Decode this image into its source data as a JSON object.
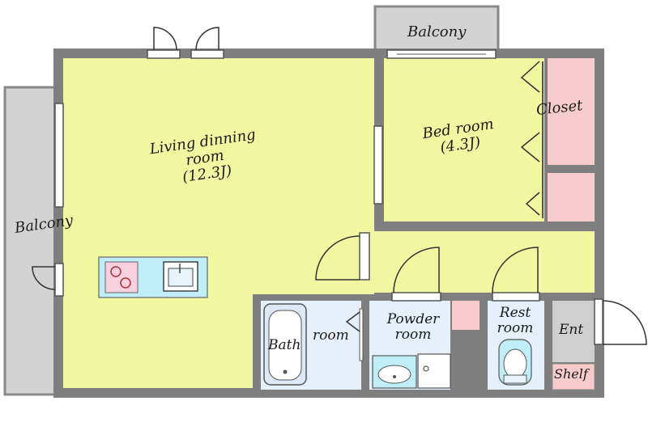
{
  "colors": {
    "wall": "#7f7f7f",
    "floor_living": "#f0f7a0",
    "floor_wet": "#e6f0fb",
    "balcony": "#d3d3d3",
    "closet": "#f8cccc",
    "entrance": "#cfcfcf",
    "line": "#3a3a3a"
  },
  "icons": {
    "kitchen": "kitchen-counter-icon",
    "bathtub": "bathtub-icon",
    "washbasin": "washbasin-icon",
    "toilet": "toilet-icon",
    "drain": "washer-drain-icon"
  },
  "labels": {
    "balcony_top": "Balcony",
    "balcony_left": "Balcony",
    "living_line1": "Living  dinning",
    "living_line2": "room",
    "living_line3": "(12.3J)",
    "bedroom_line1": "Bed room",
    "bedroom_line2": "(4.3J)",
    "closet": "Closet",
    "bath_line1": "Bath",
    "bath_line2": "room",
    "powder_line1": "Powder",
    "powder_line2": "room",
    "rest_line1": "Rest",
    "rest_line2": "room",
    "entrance": "Ent",
    "shelf": "Shelf"
  }
}
